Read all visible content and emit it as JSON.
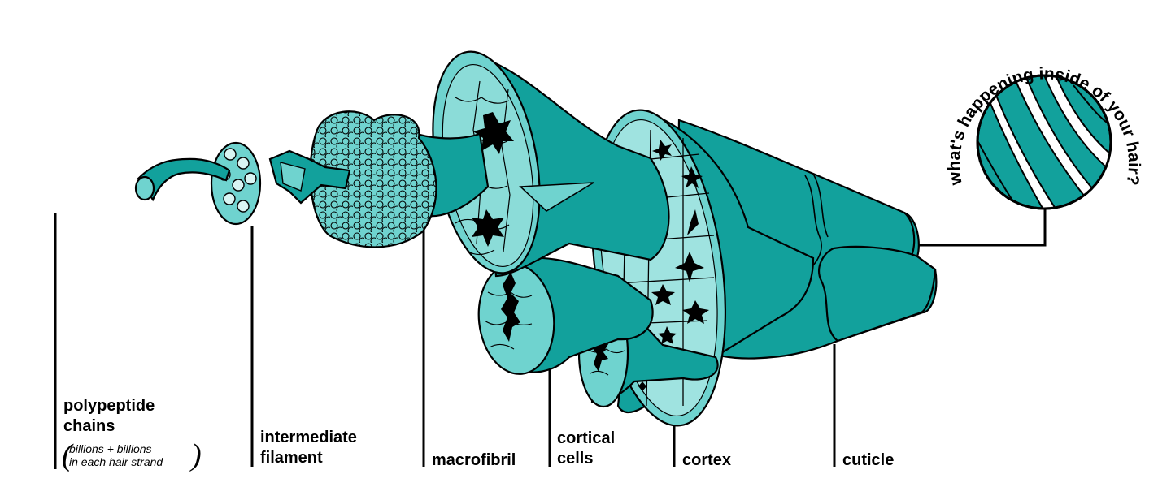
{
  "labels": {
    "polypeptide": "polypeptide\nchains",
    "polypeptide_note_open": "(",
    "polypeptide_note_line1": "billions + billions",
    "polypeptide_note_line2": "in each hair strand",
    "polypeptide_note_close": ")",
    "intermediate": "intermediate\nfilament",
    "macrofibril": "macrofibril",
    "cortical": "cortical\ncells",
    "cortex": "cortex",
    "cuticle": "cuticle"
  },
  "magnifier": {
    "title": "what's happening inside of your hair?"
  },
  "colors": {
    "teal_dark": "#12a19c",
    "teal_mid": "#2ec3bd",
    "teal_light": "#6fd3cf",
    "outline": "#000000"
  }
}
